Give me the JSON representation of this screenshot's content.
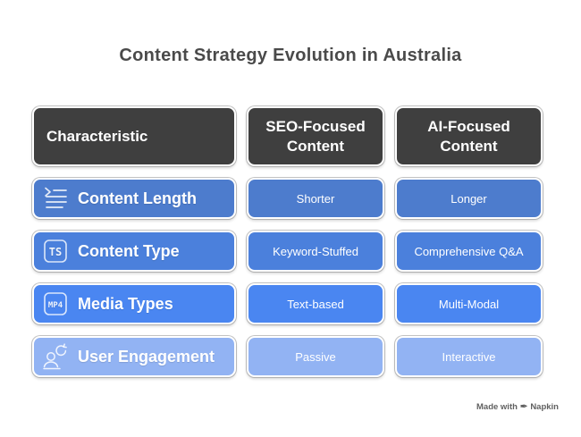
{
  "page": {
    "title": "Content Strategy Evolution in Australia",
    "background_color": "#ffffff"
  },
  "colors": {
    "title_text": "#4a4a4a",
    "header_fill": "#3f3f3f",
    "header_text": "#ffffff",
    "cell_text": "#ffffff",
    "watermark_text": "#4f4f4f"
  },
  "table": {
    "header": {
      "characteristic": "Characteristic",
      "seo": "SEO-Focused Content",
      "ai": "AI-Focused Content"
    },
    "rows": [
      {
        "label": "Content Length",
        "icon": "content-length-icon",
        "seo": "Shorter",
        "ai": "Longer",
        "color": "#4d7ccd"
      },
      {
        "label": "Content Type",
        "icon": "content-type-icon",
        "icon_text": "TS",
        "seo": "Keyword-Stuffed",
        "ai": "Comprehensive Q&A",
        "color": "#4b80dc"
      },
      {
        "label": "Media Types",
        "icon": "media-types-icon",
        "icon_text": "MP4",
        "seo": "Text-based",
        "ai": "Multi-Modal",
        "color": "#4a86f1"
      },
      {
        "label": "User Engagement",
        "icon": "user-engagement-icon",
        "seo": "Passive",
        "ai": "Interactive",
        "color": "#92b3f3"
      }
    ]
  },
  "watermark": {
    "prefix": "Made with",
    "brand": "Napkin",
    "icon": "pen-nib-icon"
  }
}
